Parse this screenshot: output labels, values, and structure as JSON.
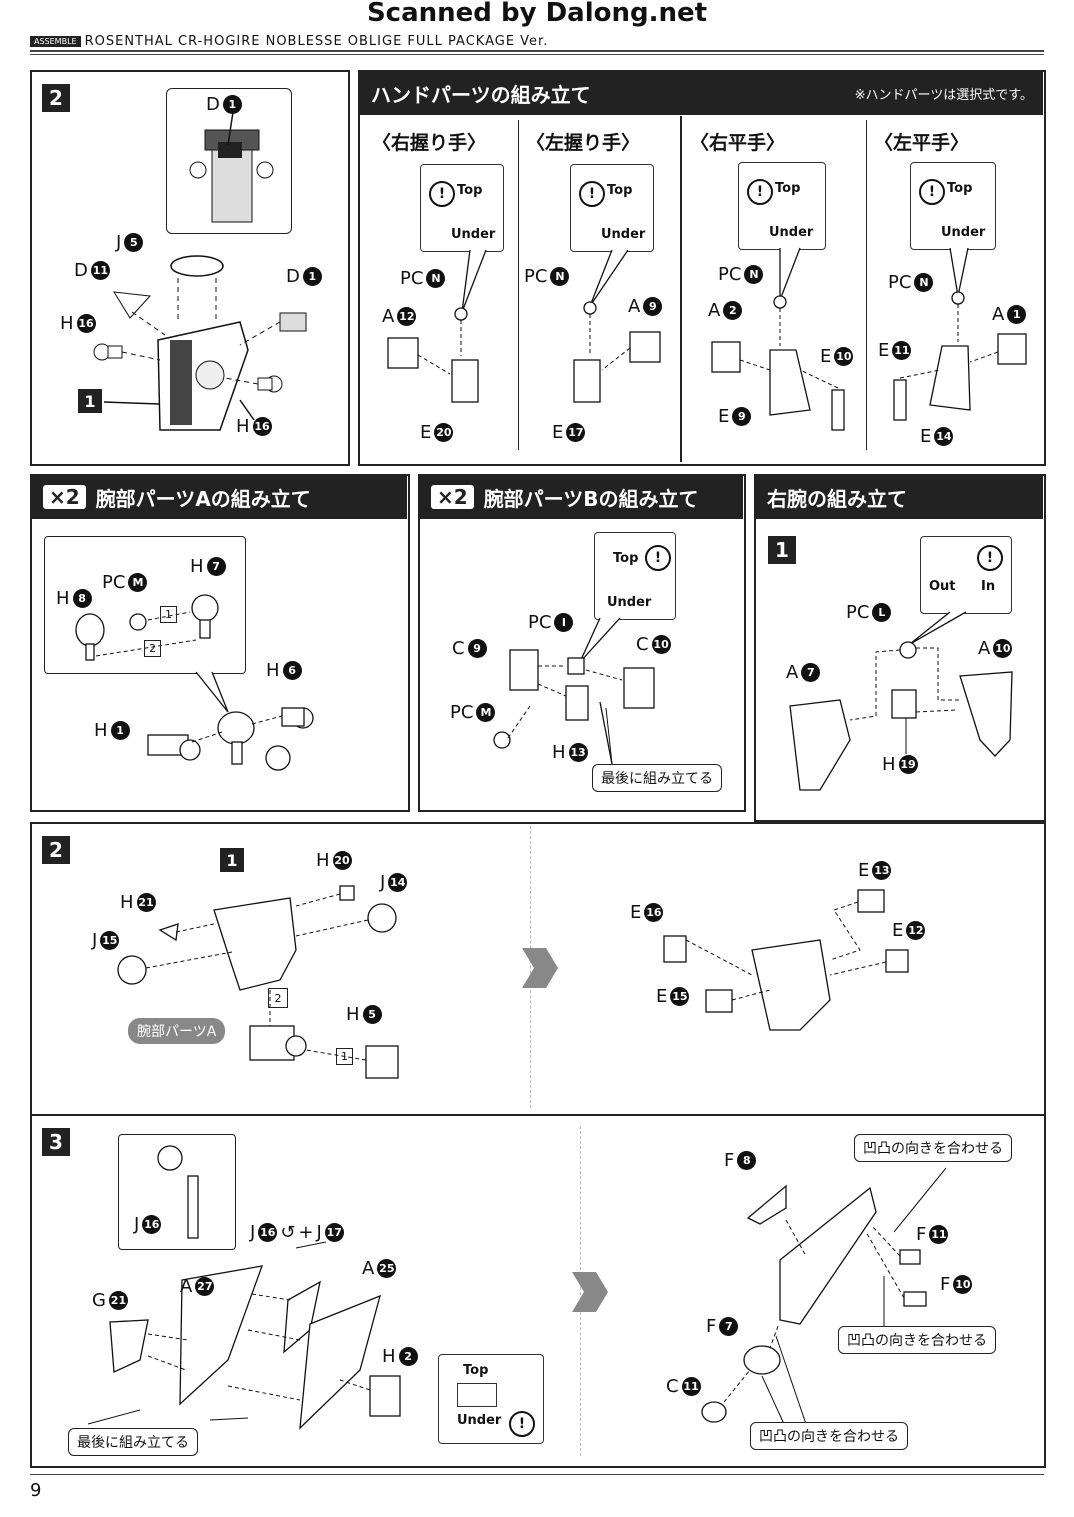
{
  "header": {
    "title": "Scanned by Dalong.net",
    "tag": "ASSEMBLE",
    "subtitle": "ROSENTHAL CR-HOGIRE NOBLESSE OBLIGE FULL PACKAGE Ver."
  },
  "page_number": "9",
  "step2_top": {
    "num": "2",
    "labels": {
      "d1_top": "D",
      "j5": "J",
      "d11": "D",
      "d1_right": "D",
      "h16_left": "H",
      "h16_bottom": "H",
      "sub1": "1"
    },
    "circ": {
      "d1_top": "1",
      "j5": "5",
      "d11": "11",
      "d1_right": "1",
      "h16_left": "16",
      "h16_bottom": "16"
    }
  },
  "hands": {
    "title": "ハンドパーツの組み立て",
    "note": "※ハンドパーツは選択式です。",
    "top": "Top",
    "under": "Under",
    "pc": "PC",
    "pc_circ": "N",
    "cols": [
      {
        "title": "〈右握り手〉",
        "a": "A",
        "a_c": "12",
        "e": "E",
        "e_c": "20"
      },
      {
        "title": "〈左握り手〉",
        "a": "A",
        "a_c": "9",
        "e": "E",
        "e_c": "17"
      },
      {
        "title": "〈右平手〉",
        "a": "A",
        "a_c": "2",
        "e": "E",
        "e_c": "9",
        "e2": "E",
        "e2_c": "10"
      },
      {
        "title": "〈左平手〉",
        "a": "A",
        "a_c": "1",
        "e": "E",
        "e_c": "14",
        "e2": "E",
        "e2_c": "11"
      }
    ]
  },
  "armA": {
    "x2": "×2",
    "title": "腕部パーツAの組み立て",
    "h8": "H",
    "h8_c": "8",
    "pcm": "PC",
    "pcm_c": "M",
    "h7": "H",
    "h7_c": "7",
    "s1": "1",
    "s2": "2",
    "h6": "H",
    "h6_c": "6",
    "h1": "H",
    "h1_c": "1"
  },
  "armB": {
    "x2": "×2",
    "title": "腕部パーツBの組み立て",
    "top": "Top",
    "under": "Under",
    "pci": "PC",
    "pci_c": "I",
    "c9": "C",
    "c9_c": "9",
    "c10": "C",
    "c10_c": "10",
    "pcm": "PC",
    "pcm_c": "M",
    "h13": "H",
    "h13_c": "13",
    "last": "最後に組み立てる"
  },
  "rightArm": {
    "title": "右腕の組み立て",
    "num": "1",
    "out": "Out",
    "in": "In",
    "pcl": "PC",
    "pcl_c": "L",
    "a7": "A",
    "a7_c": "7",
    "a10": "A",
    "a10_c": "10",
    "h19": "H",
    "h19_c": "19"
  },
  "step2_mid": {
    "num": "2",
    "sub1": "1",
    "sub2": "2",
    "h20": "H",
    "h20_c": "20",
    "h21": "H",
    "h21_c": "21",
    "j14": "J",
    "j14_c": "14",
    "j15": "J",
    "j15_c": "15",
    "pill": "腕部パーツA",
    "s1": "1",
    "h5": "H",
    "h5_c": "5",
    "e13": "E",
    "e13_c": "13",
    "e16": "E",
    "e16_c": "16",
    "e12": "E",
    "e12_c": "12",
    "e15": "E",
    "e15_c": "15"
  },
  "step3": {
    "num": "3",
    "j16": "J",
    "j16_c": "16",
    "j16b": "J",
    "j16b_c": "16",
    "plus": "+",
    "j17": "J",
    "j17_c": "17",
    "a27": "A",
    "a27_c": "27",
    "a25": "A",
    "a25_c": "25",
    "g21": "G",
    "g21_c": "21",
    "h2": "H",
    "h2_c": "2",
    "top": "Top",
    "under": "Under",
    "last": "最後に組み立てる",
    "f8": "F",
    "f8_c": "8",
    "f11": "F",
    "f11_c": "11",
    "f10": "F",
    "f10_c": "10",
    "f7": "F",
    "f7_c": "7",
    "c11": "C",
    "c11_c": "11",
    "align": "凹凸の向きを合わせる"
  }
}
